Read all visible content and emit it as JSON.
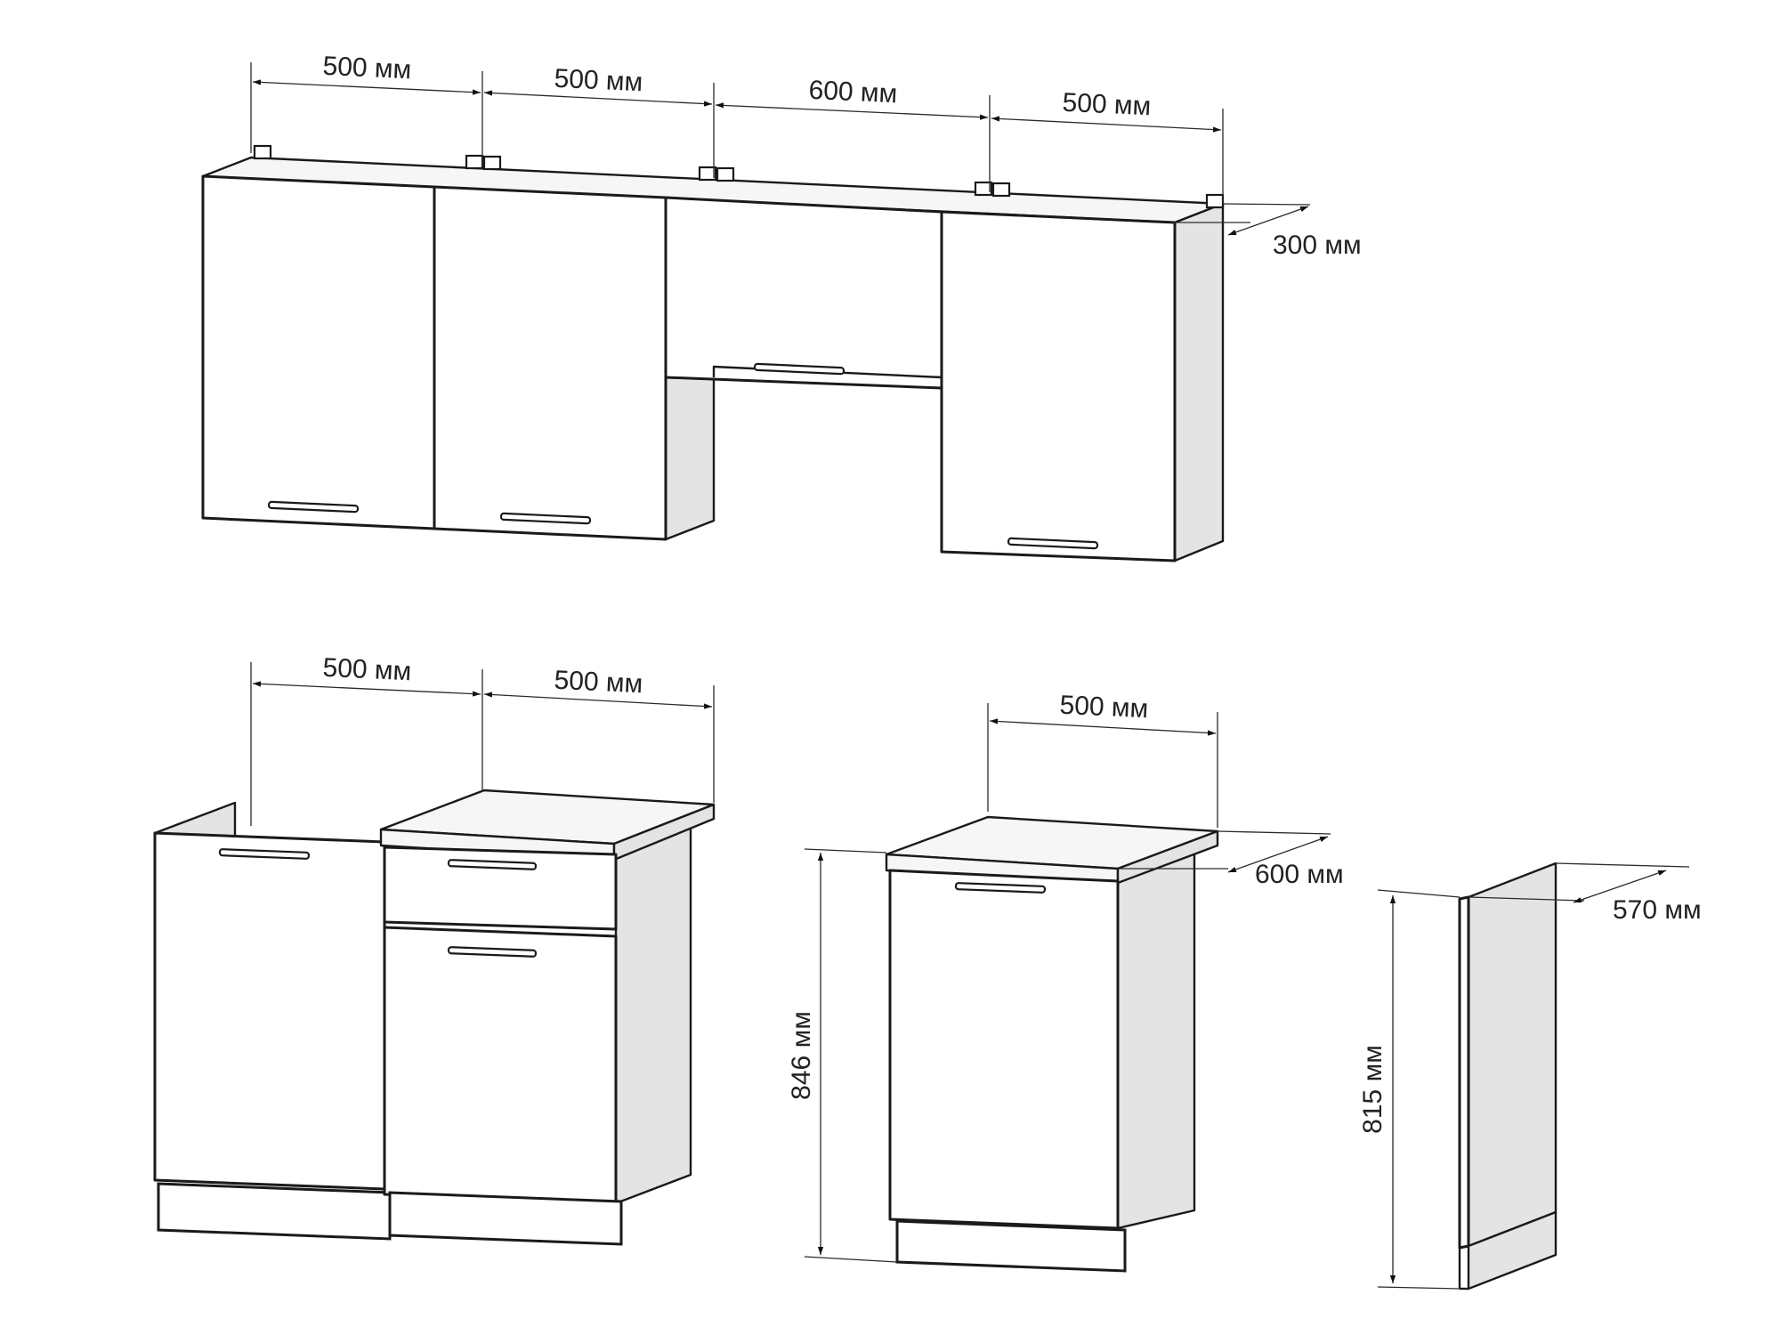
{
  "diagram": {
    "upper_dims": {
      "w1": "500 мм",
      "w2": "500 мм",
      "w3": "600 мм",
      "w4": "500 мм",
      "depth": "300 мм"
    },
    "lower_left_dims": {
      "w1": "500 мм",
      "w2": "500 мм"
    },
    "base_unit_dims": {
      "width": "500 мм",
      "depth": "600 мм",
      "height": "846 мм"
    },
    "side_panel_dims": {
      "depth": "570 мм",
      "height": "815 мм"
    }
  }
}
